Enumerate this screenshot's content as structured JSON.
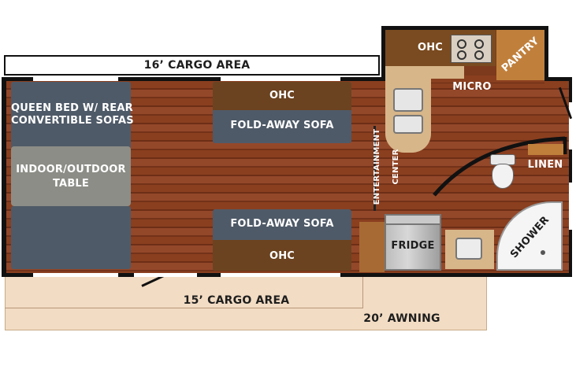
{
  "labels": {
    "cargo_16": "16’ CARGO AREA",
    "cargo_15": "15’ CARGO AREA",
    "awning": "20’ AWNING",
    "queen_bed_line1": "QUEEN BED W/ REAR",
    "queen_bed_line2": "CONVERTIBLE SOFAS",
    "table_line1": "INDOOR/OUTDOOR",
    "table_line2": "TABLE",
    "ohc_top": "OHC",
    "fold_sofa_top": "FOLD-AWAY SOFA",
    "fold_sofa_bottom": "FOLD-AWAY SOFA",
    "ohc_bottom": "OHC",
    "ohc_kitchen": "OHC",
    "pantry": "PANTRY",
    "micro": "MICRO",
    "entertainment_line1": "ENTERTAINMENT",
    "entertainment_line2": "CENTER",
    "linen": "LINEN",
    "fridge": "FRIDGE",
    "shower": "SHOWER"
  },
  "colors": {
    "floor": "#8a3f1f",
    "sofa": "#4f5a68",
    "cabinet": "#6b4320",
    "cargo": "#f1dcc4",
    "pantry": "#c0803c",
    "counter": "#d7b68a"
  }
}
